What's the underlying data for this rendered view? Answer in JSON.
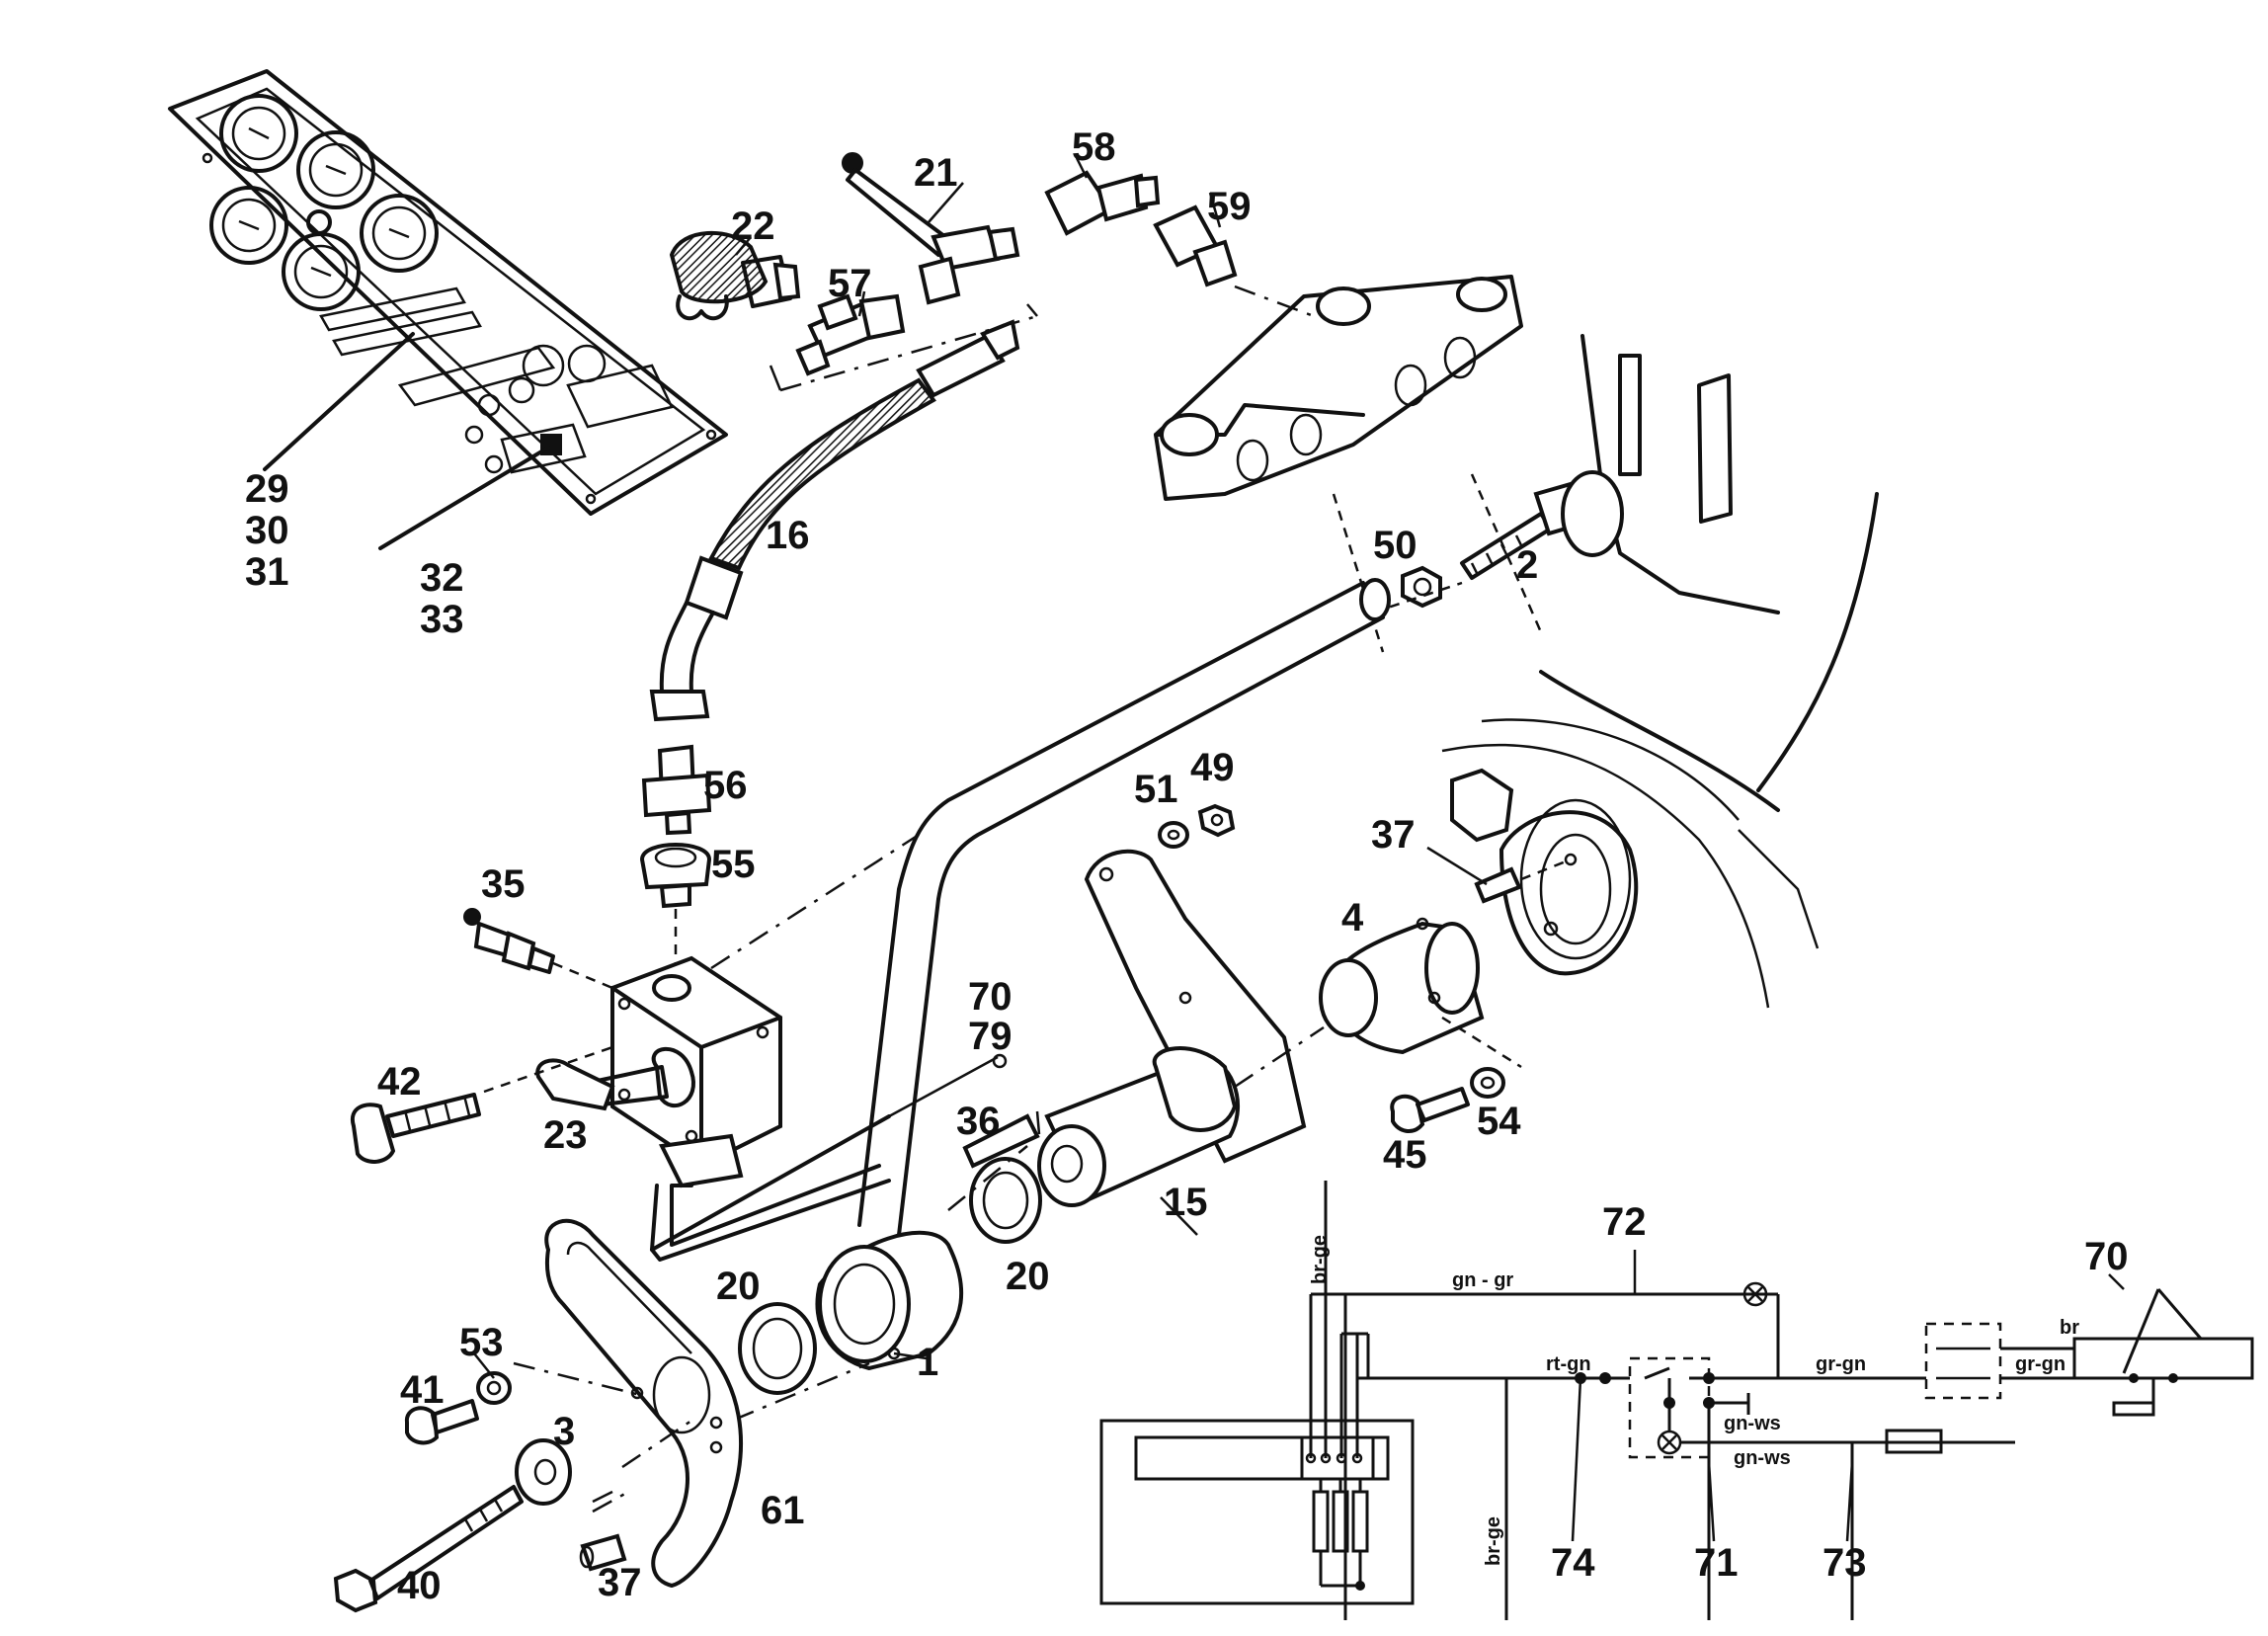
{
  "parts": [
    {
      "id": "p29",
      "label": "29"
    },
    {
      "id": "p30",
      "label": "30"
    },
    {
      "id": "p31",
      "label": "31"
    },
    {
      "id": "p32",
      "label": "32"
    },
    {
      "id": "p33",
      "label": "33"
    },
    {
      "id": "p22",
      "label": "22"
    },
    {
      "id": "p57",
      "label": "57"
    },
    {
      "id": "p21",
      "label": "21"
    },
    {
      "id": "p58",
      "label": "58"
    },
    {
      "id": "p59",
      "label": "59"
    },
    {
      "id": "p16",
      "label": "16"
    },
    {
      "id": "p50",
      "label": "50"
    },
    {
      "id": "p2",
      "label": "2"
    },
    {
      "id": "p56",
      "label": "56"
    },
    {
      "id": "p55",
      "label": "55"
    },
    {
      "id": "p35",
      "label": "35"
    },
    {
      "id": "p51",
      "label": "51"
    },
    {
      "id": "p49",
      "label": "49"
    },
    {
      "id": "p37a",
      "label": "37"
    },
    {
      "id": "p4",
      "label": "4"
    },
    {
      "id": "p70a",
      "label": "70"
    },
    {
      "id": "p79",
      "label": "79"
    },
    {
      "id": "p42",
      "label": "42"
    },
    {
      "id": "p23",
      "label": "23"
    },
    {
      "id": "p36",
      "label": "36"
    },
    {
      "id": "p45",
      "label": "45"
    },
    {
      "id": "p54",
      "label": "54"
    },
    {
      "id": "p15",
      "label": "15"
    },
    {
      "id": "p20a",
      "label": "20"
    },
    {
      "id": "p20b",
      "label": "20"
    },
    {
      "id": "p1",
      "label": "1"
    },
    {
      "id": "p72",
      "label": "72"
    },
    {
      "id": "p70b",
      "label": "70"
    },
    {
      "id": "p53",
      "label": "53"
    },
    {
      "id": "p41",
      "label": "41"
    },
    {
      "id": "p3",
      "label": "3"
    },
    {
      "id": "p61",
      "label": "61"
    },
    {
      "id": "p40",
      "label": "40"
    },
    {
      "id": "p37b",
      "label": "37"
    },
    {
      "id": "p74",
      "label": "74"
    },
    {
      "id": "p71",
      "label": "71"
    },
    {
      "id": "p73",
      "label": "73"
    }
  ],
  "wires": {
    "br_ge_top": "br-ge",
    "gn_gr": "gn - gr",
    "rt_gn": "rt-gn",
    "gr_gn_1": "gr-gn",
    "br": "br",
    "gr_gn_2": "gr-gn",
    "gn_ws_1": "gn-ws",
    "gn_ws_2": "gn-ws",
    "br_ge_bottom": "br-ge"
  }
}
